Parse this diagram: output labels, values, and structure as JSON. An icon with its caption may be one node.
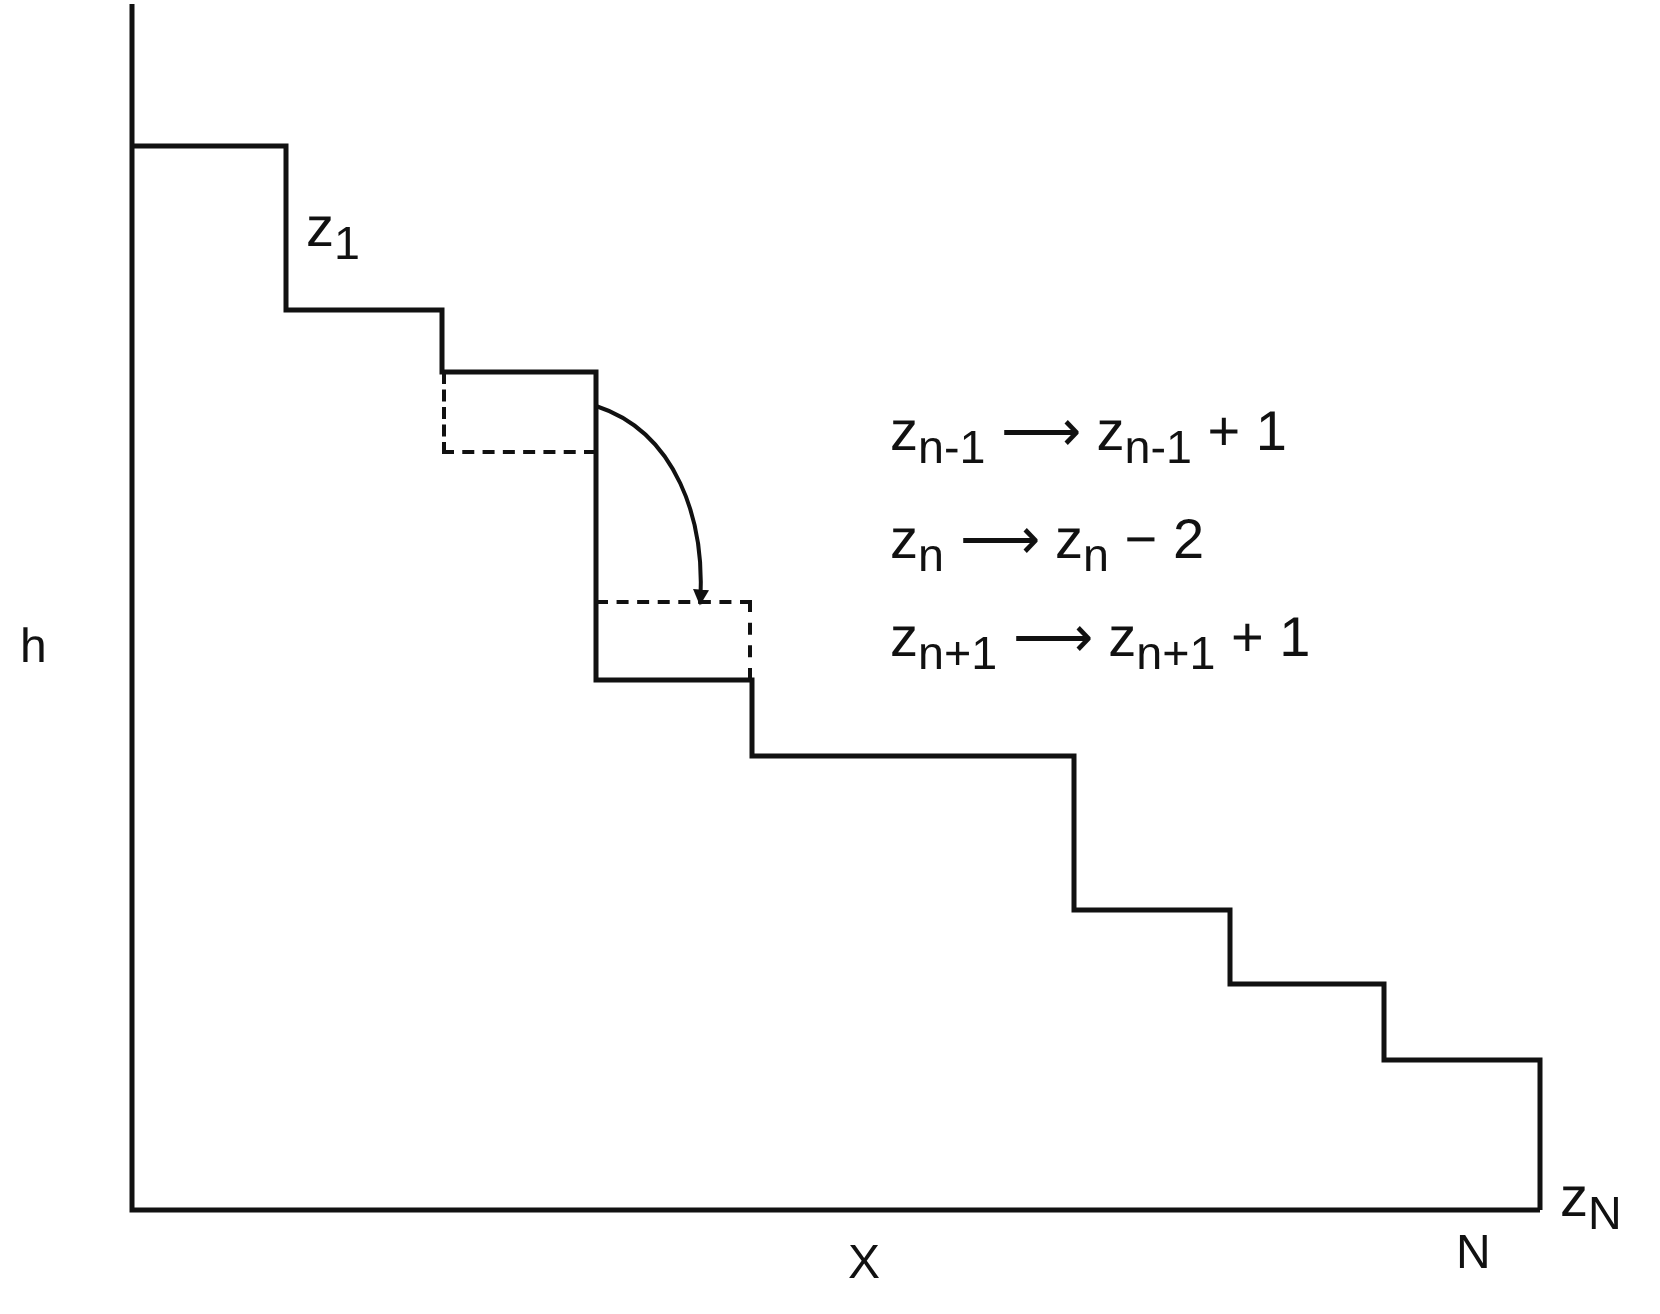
{
  "diagram": {
    "nodes": [
      {
        "text": [],
        "shape": "box"
      },
      {
        "text": [],
        "shape": "box"
      }
    ],
    "edges": [
      {
        "from": 0,
        "to": 1,
        "arrow": "to"
      }
    ],
    "labels": [
      "z$_{1}$",
      "z$_{n-1}$ ⟶ z$_{n-1}$ + 1",
      "h",
      "z$_{n}$ ⟶ z$_{n}$ − 2",
      "z$_{n+1}$ ⟶ z$_{n+1}$ + 1",
      "z$_{N}$",
      "X",
      "N"
    ]
  }
}
